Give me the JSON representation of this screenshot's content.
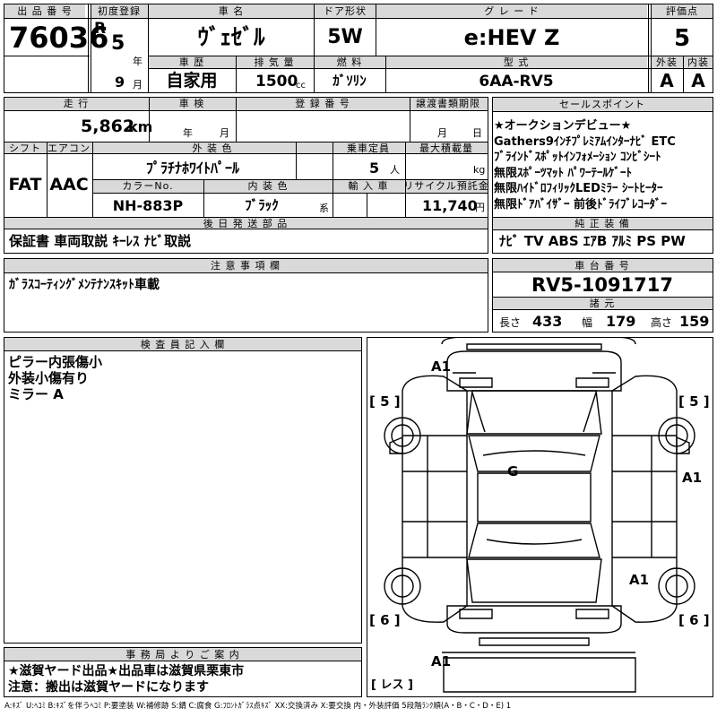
{
  "headers": {
    "lot_no": "出 品 番 号",
    "first_reg": "初度登録",
    "car_name": "車 名",
    "door_type": "ドア形状",
    "grade": "グ レ ー ド",
    "score": "評価点",
    "history": "車 歴",
    "displacement": "排 気 量",
    "fuel": "燃 料",
    "model": "型 式",
    "ext_score": "外装",
    "int_score": "内装",
    "mileage": "走 行",
    "inspection": "車 検",
    "reg_no": "登 録 番 号",
    "transfer_deadline": "譲渡書類期限",
    "sales_points": "セールスポイント",
    "shift": "シフト",
    "aircon": "エアコン",
    "ext_color": "外 装 色",
    "capacity": "乗車定員",
    "max_load": "最大積載量",
    "color_no": "カラーNo.",
    "int_color": "内 装 色",
    "import": "輸 入 車",
    "recycle": "リサイクル預託金",
    "later_parts": "後 日 発 送 部 品",
    "genuine_equipment": "純 正 装 備",
    "notes": "注 意 事 項 欄",
    "chassis_no": "車 台 番 号",
    "specs": "諸 元",
    "inspector": "検 査 員 記 入 欄",
    "office": "事 務 局 よ り ご 案 内"
  },
  "values": {
    "lot_no": "76036",
    "era": "R",
    "year": "5",
    "year_unit": "年",
    "month": "9",
    "month_unit": "月",
    "car_name": "ｳﾞｪｾﾞﾙ",
    "door_type": "5W",
    "grade": "e:HEV Z",
    "score": "5",
    "history": "自家用",
    "displacement": "1500",
    "displacement_unit": "cc",
    "fuel": "ｶﾞｿﾘﾝ",
    "model": "6AA-RV5",
    "ext_score": "A",
    "int_score": "A",
    "mileage": "5,862",
    "mileage_unit": "km",
    "insp_year_unit": "年",
    "insp_month_unit": "月",
    "transfer_month_unit": "月",
    "transfer_day_unit": "日",
    "shift": "FAT",
    "aircon": "AAC",
    "ext_color": "ﾌﾟﾗﾁﾅﾎﾜｲﾄﾊﾟｰﾙ",
    "capacity": "5",
    "capacity_unit": "人",
    "max_load_unit": "kg",
    "color_no": "NH-883P",
    "int_color": "ﾌﾞﾗｯｸ",
    "int_color_unit": "系",
    "recycle": "11,740",
    "recycle_unit": "円",
    "later_parts": "保証書 車両取説 ｷｰﾚｽ ﾅﾋﾞ取説",
    "genuine_equipment": "ﾅﾋﾞ TV ABS ｴｱB ｱﾙﾐ PS PW",
    "notes": "ｶﾞﾗｽｺｰﾃｨﾝｸﾞﾒﾝﾃﾅﾝｽｷｯﾄ車載",
    "chassis_no": "RV5-1091717",
    "length_label": "長さ",
    "length": "433",
    "width_label": "幅",
    "width": "179",
    "height_label": "高さ",
    "height": "159"
  },
  "sales_points": [
    "★オークションデビュー★",
    "Gathers9ｲﾝﾁﾌﾟﾚﾐｱﾑｲﾝﾀｰﾅﾋﾞ ETC",
    "ﾌﾞﾗｲﾝﾄﾞｽﾎﾟｯﾄｲﾝﾌｫﾒｰｼｮﾝ ｺﾝﾋﾞｼｰﾄ",
    "無限ｽﾎﾟｰﾂﾏｯﾄ ﾊﾟﾜｰﾃｰﾙｹﾞｰﾄ",
    "無限ﾊｲﾄﾞﾛﾌｨﾘｯｸLEDﾐﾗｰ ｼｰﾄﾋｰﾀｰ",
    "無限ﾄﾞｱﾊﾞｲｻﾞｰ 前後ﾄﾞﾗｲﾌﾞﾚｺｰﾀﾞｰ"
  ],
  "inspector_notes": [
    "ピラー内張傷小",
    "外装小傷有り",
    "ミラー A"
  ],
  "office_notes": [
    "★滋賀ヤード出品★出品車は滋賀県栗東市",
    "注意：搬出は滋賀ヤードになります"
  ],
  "diagram": {
    "marks": {
      "front_a1": "A1",
      "roof_g": "G",
      "right_a1": "A1",
      "rear_a1": "A1",
      "bottom_a1": "A1"
    },
    "tires": {
      "front_left": "[ 5 ]",
      "front_right": "[ 5 ]",
      "rear_left": "[ 6 ]",
      "rear_right": "[ 6 ]",
      "spare": "[ レス ]"
    }
  },
  "legend": "A:ｷｽﾞ U:ﾍｺﾐ B:ｷｽﾞを伴うﾍｺﾐ P:要塗装 W:補修跡 S:錆 C:腐食 G:ﾌﾛﾝﾄｶﾞﾗｽ点ｷｽﾞ XX:交換済み X:要交換 内・外装評価 5段階ﾗﾝｸ順(A・B・C・D・E) 1"
}
